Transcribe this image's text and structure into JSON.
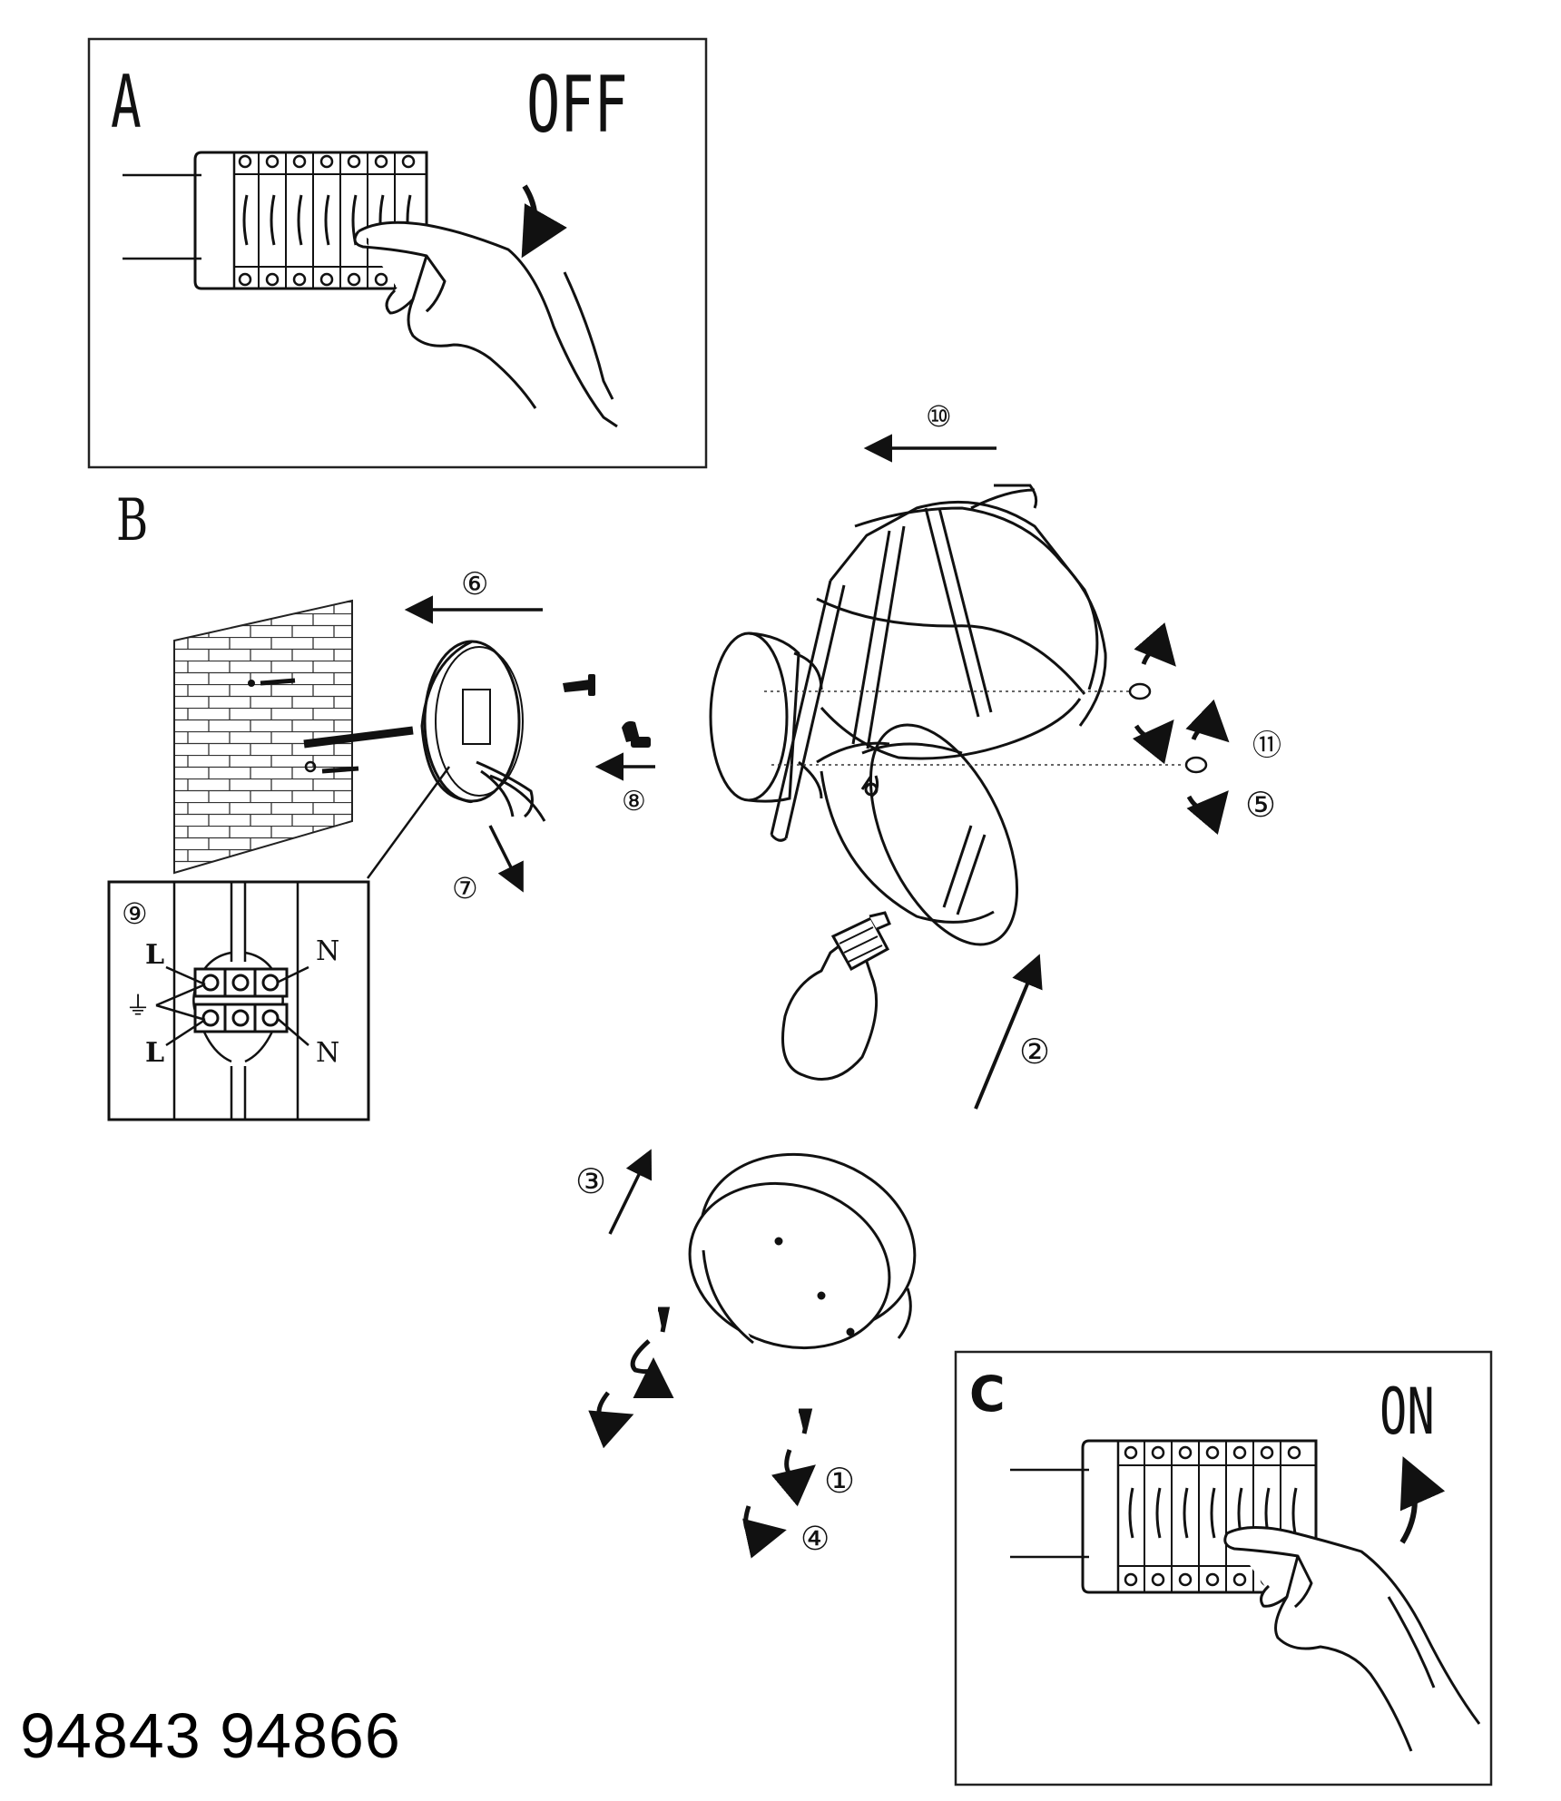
{
  "panels": {
    "a": {
      "letter": "A",
      "state": "OFF"
    },
    "b": {
      "letter": "B"
    },
    "c": {
      "letter": "C",
      "state": "ON"
    }
  },
  "wiring": {
    "step": "⑨",
    "live_top": "L",
    "live_bottom": "L",
    "neutral_top": "N",
    "neutral_bottom": "N",
    "earth": "⏚"
  },
  "steps": {
    "s1": "①",
    "s2": "②",
    "s3": "③",
    "s4": "④",
    "s5": "⑤",
    "s6": "⑥",
    "s7": "⑦",
    "s8": "⑧",
    "s10": "⑩",
    "s11": "⑪"
  },
  "model_number": "94843 94866"
}
